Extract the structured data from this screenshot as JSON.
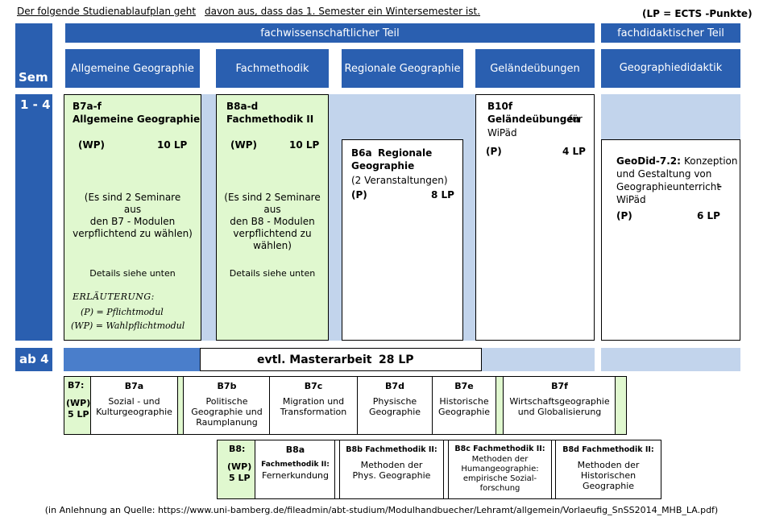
{
  "top": {
    "intro_a": "Der folgende Studienablaufplan geht",
    "intro_b": "davon aus, dass das 1. Semester ein Wintersemester ist.",
    "legend": "(LP = ECTS -Punkte)"
  },
  "header": {
    "fachwissenschaftlich": "fachwissenschaftlicher Teil",
    "fachdidaktisch": "fachdidaktischer Teil",
    "sem": "Sem",
    "columns": [
      "Allgemeine Geographie",
      "Fachmethodik",
      "Regionale Geographie",
      "Geländeübungen",
      "Geographiedidaktik"
    ]
  },
  "rows": {
    "r1": "1 - 4",
    "r2": "ab 4"
  },
  "b7": {
    "code": "B7a-f",
    "title": "Allgemeine Geographie",
    "type": "(WP)",
    "lp": "10 LP",
    "note1": "(Es sind 2 Seminare",
    "note2": "aus",
    "note3": "den B7 - Modulen",
    "note4": "verpflichtend zu wählen)",
    "details": "Details siehe unten"
  },
  "legend_box": {
    "title": "ERLÄUTERUNG:",
    "p": "(P) = Pflichtmodul",
    "wp": "(WP) = Wahlpflichtmodul"
  },
  "b8": {
    "code": "B8a-d",
    "title": "Fachmethodik  II",
    "type": "(WP)",
    "lp": "10 LP",
    "note1": "(Es sind 2 Seminare",
    "note2": "aus",
    "note3": "den B8 - Modulen",
    "note4": "verpflichtend zu wählen)",
    "details": "Details siehe unten"
  },
  "b6": {
    "code": "B6a",
    "title_a": "Regionale",
    "title_b": "Geographie",
    "sub": "(2 Veranstaltungen)",
    "type": "(P)",
    "lp": "8 LP"
  },
  "b10": {
    "code": "B10f",
    "title": "Geländeübungen",
    "suffix": "für",
    "sub": "WiPäd",
    "type": "(P)",
    "lp": "4 LP"
  },
  "geodid": {
    "code": "GeoDid-7.2:",
    "l1": "Konzeption",
    "l2": "und  Gestaltung  von",
    "l3": "Geographieunterricht",
    "dash": "–",
    "l4": "WiPäd",
    "type": "(P)",
    "lp": "6 LP"
  },
  "master": {
    "label": "evtl.  Masterarbeit",
    "lp": "28 LP"
  },
  "b7_table": {
    "code": "B7:",
    "type": "(WP)",
    "lp": "5 LP",
    "items": [
      {
        "code": "B7a",
        "l1": "Sozial - und",
        "l2": "Kulturgeographie",
        "l3": ""
      },
      {
        "code": "B7b",
        "l1": "Politische",
        "l2": "Geographie und",
        "l3": "Raumplanung"
      },
      {
        "code": "B7c",
        "l1": "Migration und",
        "l2": "Transformation",
        "l3": ""
      },
      {
        "code": "B7d",
        "l1": "Physische",
        "l2": "Geographie",
        "l3": ""
      },
      {
        "code": "B7e",
        "l1": "Historische",
        "l2": "Geographie",
        "l3": ""
      },
      {
        "code": "B7f",
        "l1": "Wirtschaftsgeographie",
        "l2": "und Globalisierung",
        "l3": ""
      }
    ]
  },
  "b8_table": {
    "code": "B8:",
    "type": "(WP)",
    "lp": "5 LP",
    "a_code": "B8a",
    "a_l1": "Fachmethodik II:",
    "a_l2": "Fernerkundung",
    "b_head": "B8b Fachmethodik II:",
    "b_l1": "Methoden der",
    "b_l2": "Phys. Geographie",
    "c_head": "B8c Fachmethodik  II:",
    "c_l1": "Methoden der",
    "c_l2": "Humangeographie:",
    "c_l3": "empirische Sozial-",
    "c_l4": "forschung",
    "d_head": "B8d Fachmethodik II:",
    "d_l1": "Methoden der",
    "d_l2": "Historischen",
    "d_l3": "Geographie"
  },
  "source": "(in Anlehnung an  Quelle: https://www.uni-bamberg.de/fileadmin/abt-studium/Modulhandbuecher/Lehramt/allgemein/Vorlaeufig_SnSS2014_MHB_LA.pdf)"
}
